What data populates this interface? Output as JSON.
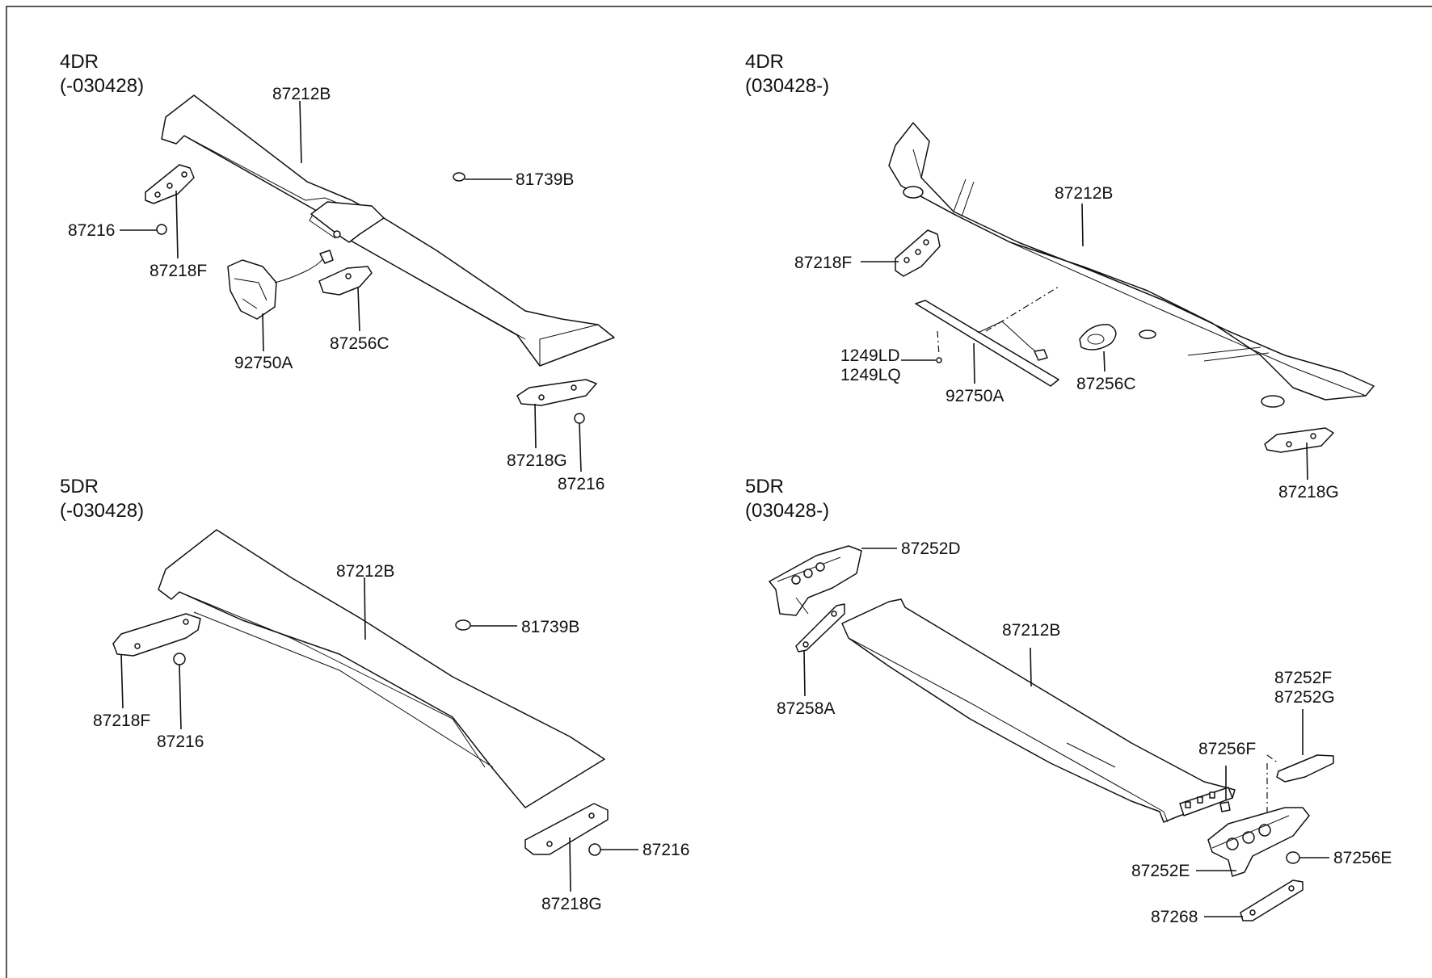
{
  "panels": {
    "top_left": {
      "title": "4DR",
      "subtitle": "(-030428)",
      "labels": {
        "spoiler": "87212B",
        "cap": "81739B",
        "nut_left": "87216",
        "bracket_left": "87218F",
        "lamp": "92750A",
        "pad": "87256C",
        "bracket_right": "87218G",
        "nut_right": "87216"
      }
    },
    "top_right": {
      "title": "4DR",
      "subtitle": "(030428-)",
      "labels": {
        "spoiler": "87212B",
        "bracket_left": "87218F",
        "screw_a": "1249LD",
        "screw_b": "1249LQ",
        "lamp": "92750A",
        "pad": "87256C",
        "bracket_right": "87218G"
      }
    },
    "bottom_left": {
      "title": "5DR",
      "subtitle": "(-030428)",
      "labels": {
        "spoiler": "87212B",
        "cap": "81739B",
        "bracket_left": "87218F",
        "nut_left": "87216",
        "nut_right": "87216",
        "bracket_right": "87218G"
      }
    },
    "bottom_right": {
      "title": "5DR",
      "subtitle": "(030428-)",
      "labels": {
        "end_cap_left": "87252D",
        "spoiler": "87212B",
        "plate_left": "87258A",
        "end_cap_right_a": "87252F",
        "end_cap_right_b": "87252G",
        "clip": "87256F",
        "end_cap_right": "87252E",
        "grommet": "87256E",
        "plate_right": "87268"
      }
    }
  }
}
